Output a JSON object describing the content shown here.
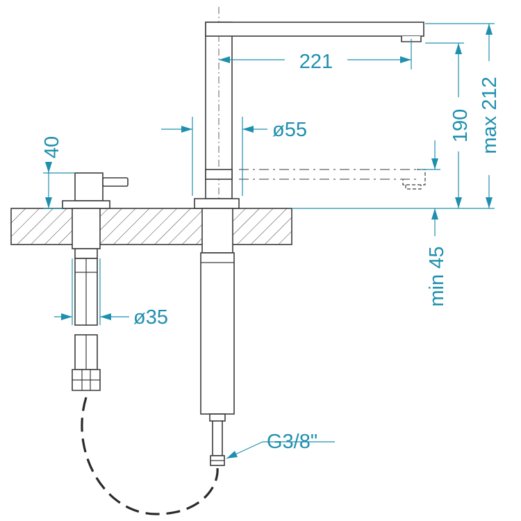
{
  "diagram": {
    "dimensions": {
      "spout_reach": "221",
      "spout_height": "190",
      "max_height": "max 212",
      "body_diameter": "ø55",
      "lever_height": "40",
      "lever_diameter": "ø35",
      "min_thickness": "min 45",
      "thread_size": "G3/8\""
    },
    "colors": {
      "dimension": "#1f8fae",
      "outline": "#3a3a3a",
      "background": "#ffffff"
    }
  }
}
